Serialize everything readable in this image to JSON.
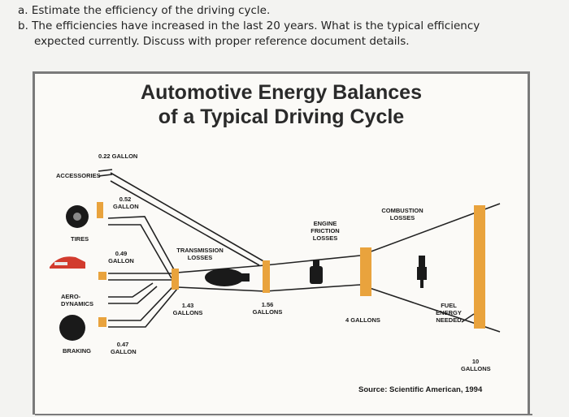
{
  "questions": [
    "a. Estimate the efficiency of the driving cycle.",
    "b. The efficiencies have increased in the last 20 years. What is the typical efficiency",
    "expected currently. Discuss with proper reference document details."
  ],
  "diagram": {
    "title_line1": "Automotive Energy Balances",
    "title_line2": "of a Typical Driving Cycle",
    "accessories_amount": "0.22 GALLON",
    "accessories_label": "ACCESSORIES",
    "tires_amount": "0.52 GALLON",
    "tires_label": "TIRES",
    "aero_amount": "0.49 GALLON",
    "aero_label": "AERO- DYNAMICS",
    "braking_amount": "0.47 GALLON",
    "braking_label": "BRAKING",
    "transmission_label": "TRANSMISSION LOSSES",
    "transmission_in": "1.43 GALLONS",
    "engine_friction_label": "ENGINE FRICTION LOSSES",
    "engine_out": "1.56 GALLONS",
    "combustion_label": "COMBUSTION LOSSES",
    "combustion_in": "4 GALLONS",
    "fuel_label": "FUEL ENERGY NEEDED",
    "fuel_amount": "10 GALLONS",
    "source": "Source: Scientific American, 1994"
  }
}
